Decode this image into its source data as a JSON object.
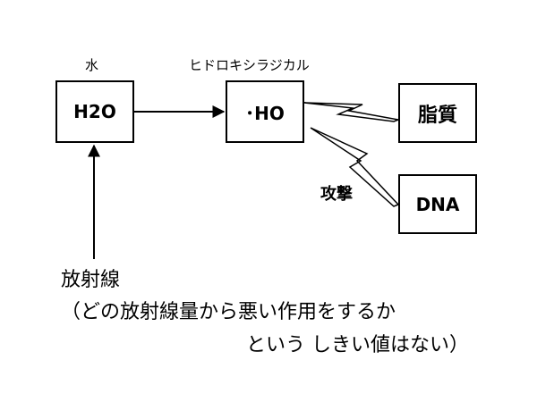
{
  "labels": {
    "water": "水",
    "radical": "ヒドロキシラジカル",
    "attack": "攻撃"
  },
  "boxes": {
    "h2o": "H2O",
    "ho": "･HO",
    "lipid": "脂質",
    "dna": "DNA"
  },
  "caption": {
    "line1": "放射線",
    "line2": "（どの放射線量から悪い作用をするか",
    "line3": "という しきい値はない）"
  }
}
